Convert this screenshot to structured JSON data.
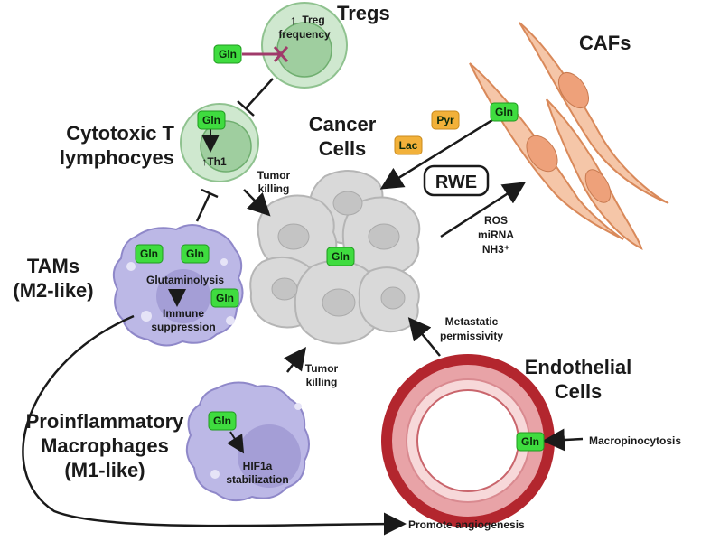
{
  "titles": {
    "tregs": "Tregs",
    "cafs": "CAFs",
    "ctl_line1": "Cytotoxic T",
    "ctl_line2": "lymphocyes",
    "cancer_line1": "Cancer",
    "cancer_line2": "Cells",
    "tams_line1": "TAMs",
    "tams_line2": "(M2-like)",
    "endo_line1": "Endothelial",
    "endo_line2": "Cells",
    "m1_line1": "Proinflammatory",
    "m1_line2": "Macrophages",
    "m1_line3": "(M1-like)"
  },
  "tags": {
    "gln": "Gln",
    "pyr": "Pyr",
    "lac": "Lac",
    "rwe": "RWE"
  },
  "annotations": {
    "treg_up": "↑",
    "treg_l1": "Treg",
    "treg_l2": "frequency",
    "th1": "↑Th1",
    "tumor_killing_1a": "Tumor",
    "tumor_killing_1b": "killing",
    "tumor_killing_2a": "Tumor",
    "tumor_killing_2b": "killing",
    "ros": "ROS",
    "mirna": "miRNA",
    "nh3": "NH3⁺",
    "glutaminolysis": "Glutaminolysis",
    "immune_l1": "Immune",
    "immune_l2": "suppression",
    "metastatic_l1": "Metastatic",
    "metastatic_l2": "permissivity",
    "macropinocytosis": "Macropinocytosis",
    "hif_l1": "HIF1a",
    "hif_l2": "stabilization",
    "angiogenesis": "Promote angiogenesis"
  },
  "colors": {
    "gln_fill": "#3fdc3f",
    "gln_stroke": "#1f9a1f",
    "metabolite_fill": "#f2b13a",
    "tcell_outer": "#cfe8cf",
    "tcell_inner": "#9fce9f",
    "macrophage": "#bcb8e6",
    "macrophage_nucleus": "#8f88c9",
    "cancer_cell": "#d9d9d9",
    "caf": "#f5c6a8",
    "vessel_outer": "#b3262e",
    "inhibit_line": "#a03a6a"
  },
  "icons": [
    "inhibit-bar-icon",
    "cross-block-icon",
    "arrow-icon"
  ]
}
